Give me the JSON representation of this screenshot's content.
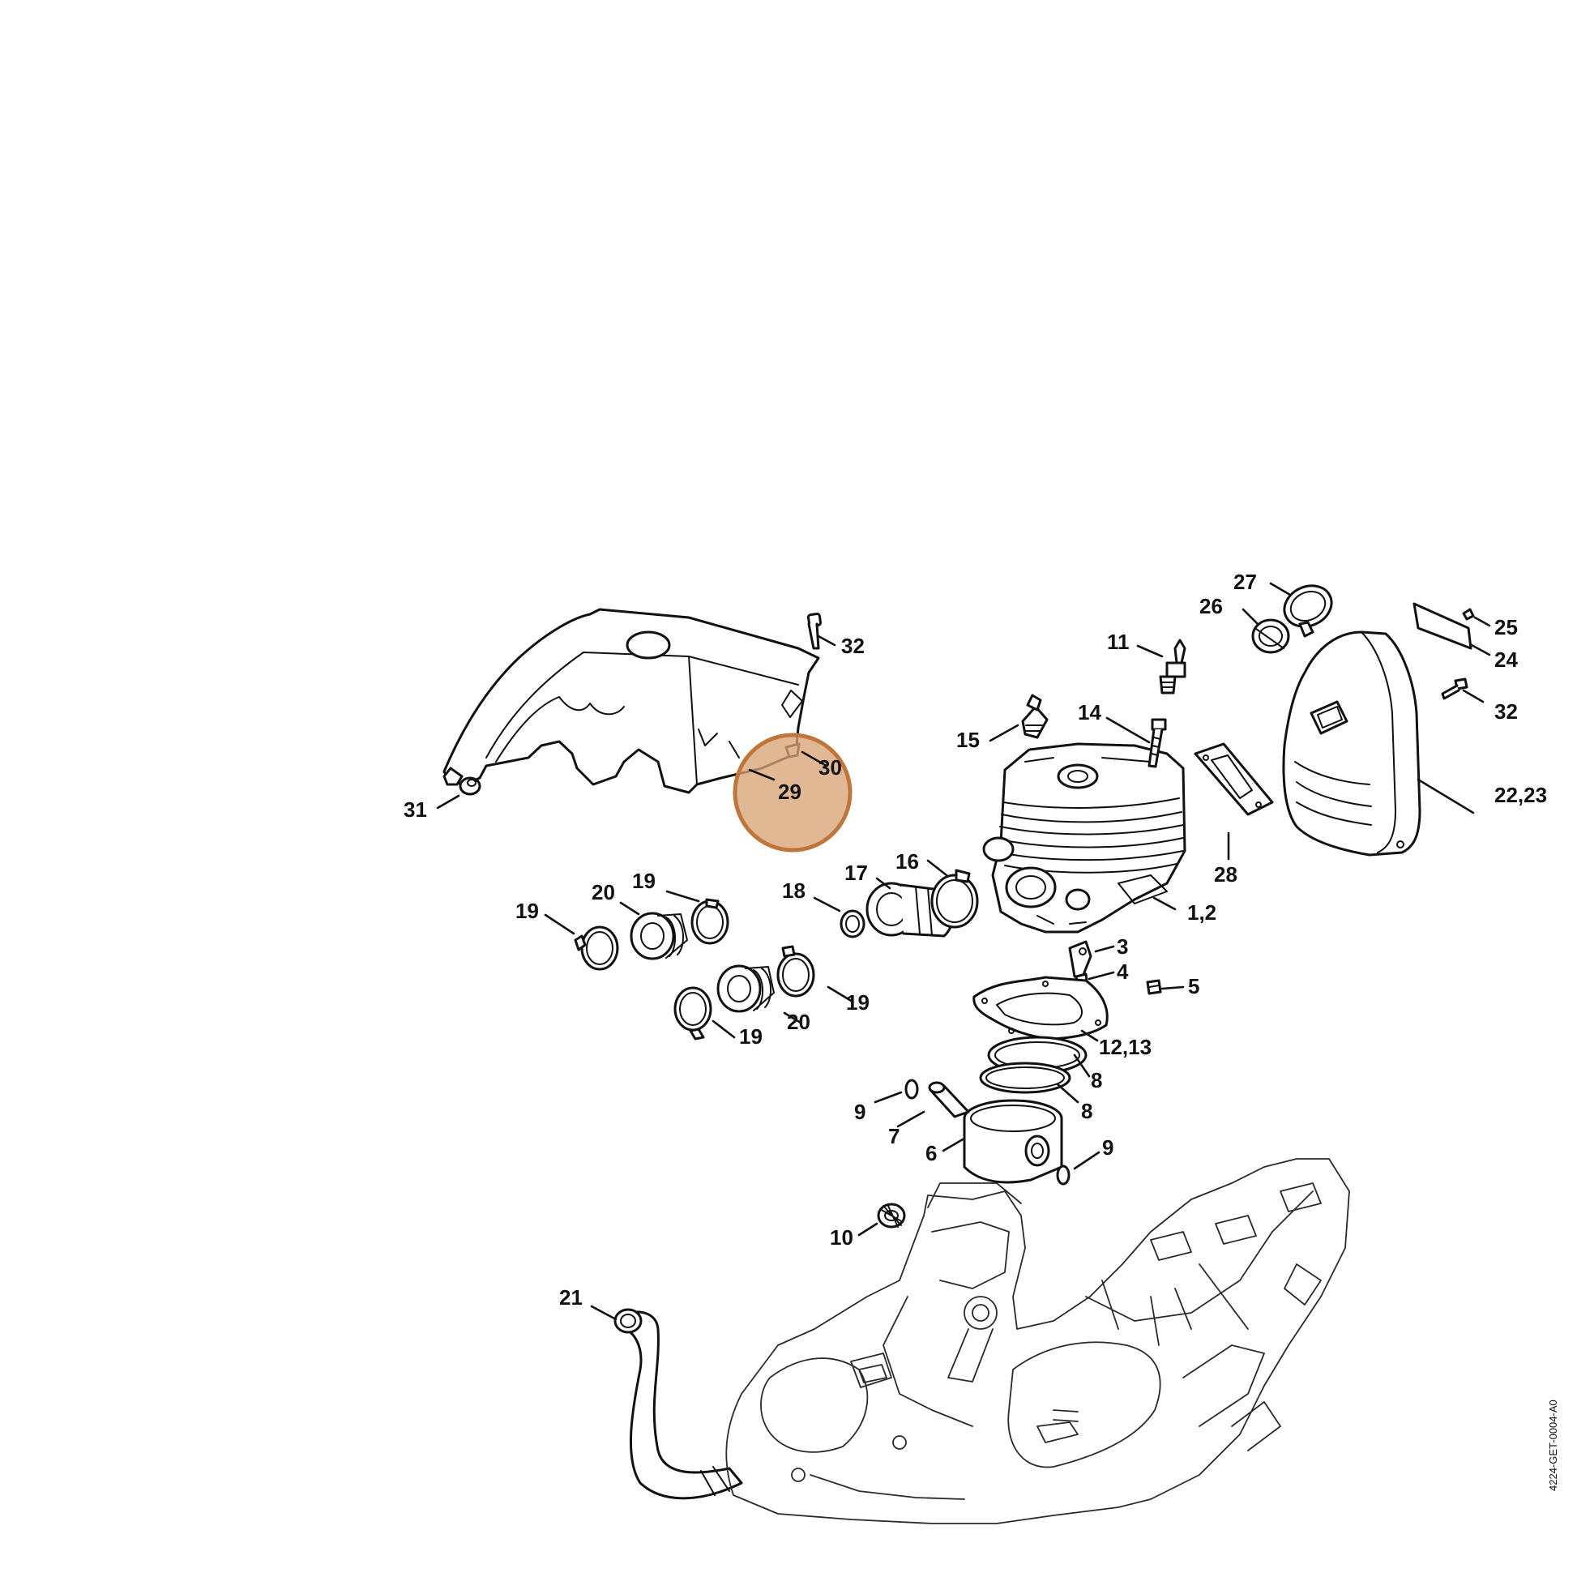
{
  "diagram": {
    "drawing_number": "4224-GET-0004-A0",
    "highlight_color": "#d9a476",
    "highlight_stroke": "#c0763a",
    "callouts": [
      {
        "id": "c31",
        "text": "31"
      },
      {
        "id": "c32a",
        "text": "32"
      },
      {
        "id": "c30",
        "text": "30"
      },
      {
        "id": "c29",
        "text": "29"
      },
      {
        "id": "c11",
        "text": "11"
      },
      {
        "id": "c14",
        "text": "14"
      },
      {
        "id": "c15",
        "text": "15"
      },
      {
        "id": "c27",
        "text": "27"
      },
      {
        "id": "c26",
        "text": "26"
      },
      {
        "id": "c25",
        "text": "25"
      },
      {
        "id": "c24",
        "text": "24"
      },
      {
        "id": "c32b",
        "text": "32"
      },
      {
        "id": "c2223",
        "text": "22,23"
      },
      {
        "id": "c28",
        "text": "28"
      },
      {
        "id": "c12",
        "text": "1,2"
      },
      {
        "id": "c16",
        "text": "16"
      },
      {
        "id": "c17",
        "text": "17"
      },
      {
        "id": "c18",
        "text": "18"
      },
      {
        "id": "c19a",
        "text": "19"
      },
      {
        "id": "c19b",
        "text": "19"
      },
      {
        "id": "c20a",
        "text": "20"
      },
      {
        "id": "c19c",
        "text": "19"
      },
      {
        "id": "c20b",
        "text": "20"
      },
      {
        "id": "c19d",
        "text": "19"
      },
      {
        "id": "c3",
        "text": "3"
      },
      {
        "id": "c4",
        "text": "4"
      },
      {
        "id": "c5",
        "text": "5"
      },
      {
        "id": "c1213",
        "text": "12,13"
      },
      {
        "id": "c8a",
        "text": "8"
      },
      {
        "id": "c8b",
        "text": "8"
      },
      {
        "id": "c9a",
        "text": "9"
      },
      {
        "id": "c7",
        "text": "7"
      },
      {
        "id": "c6",
        "text": "6"
      },
      {
        "id": "c9b",
        "text": "9"
      },
      {
        "id": "c10",
        "text": "10"
      },
      {
        "id": "c21",
        "text": "21"
      }
    ]
  }
}
